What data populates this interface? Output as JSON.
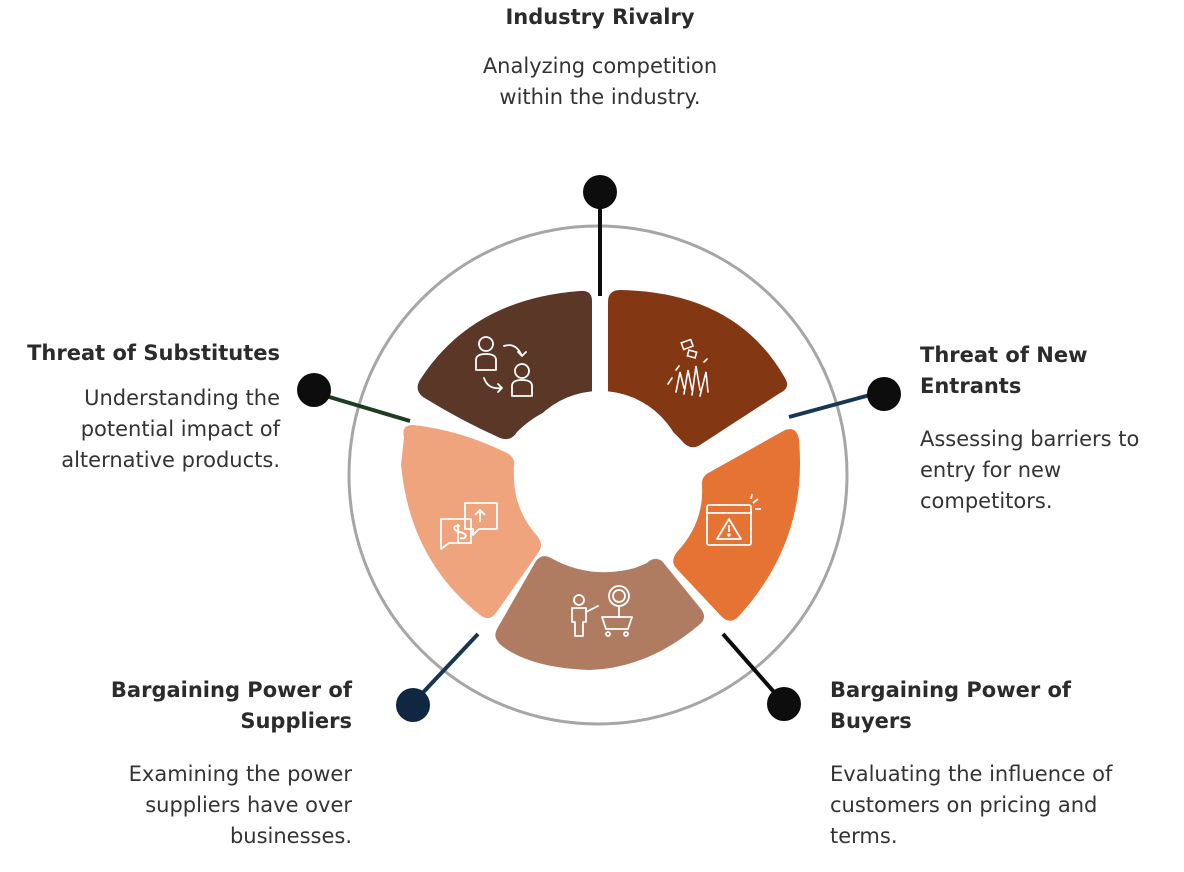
{
  "forces": {
    "rivalry": {
      "title": "Industry Rivalry",
      "desc": "Analyzing competition within the industry.",
      "color": "#833713",
      "icon": "hands-money-icon"
    },
    "new_entrants": {
      "title": "Threat of New Entrants",
      "desc": "Assessing barriers to entry for new competitors.",
      "color": "#E57334",
      "icon": "browser-warning-icon"
    },
    "buyers": {
      "title": "Bargaining Power of Buyers",
      "desc": "Evaluating the influence of customers on pricing and terms.",
      "color": "#AF7C62",
      "icon": "shopper-cart-icon"
    },
    "suppliers": {
      "title": "Bargaining Power of Suppliers",
      "desc": "Examining the power suppliers have over businesses.",
      "color": "#EFA47D",
      "icon": "chat-dollar-icon"
    },
    "substitutes": {
      "title": "Threat of Substitutes",
      "desc": "Understanding the potential impact of alternative products.",
      "color": "#5A3727",
      "icon": "people-exchange-icon"
    }
  },
  "colors": {
    "ring": "#A6A6A6",
    "dot": "#0D0D0D",
    "supplier_dot": "#0F2740",
    "line_dark": "#0D0D0D",
    "line_navy": "#173651",
    "line_green": "#1F3B23"
  }
}
